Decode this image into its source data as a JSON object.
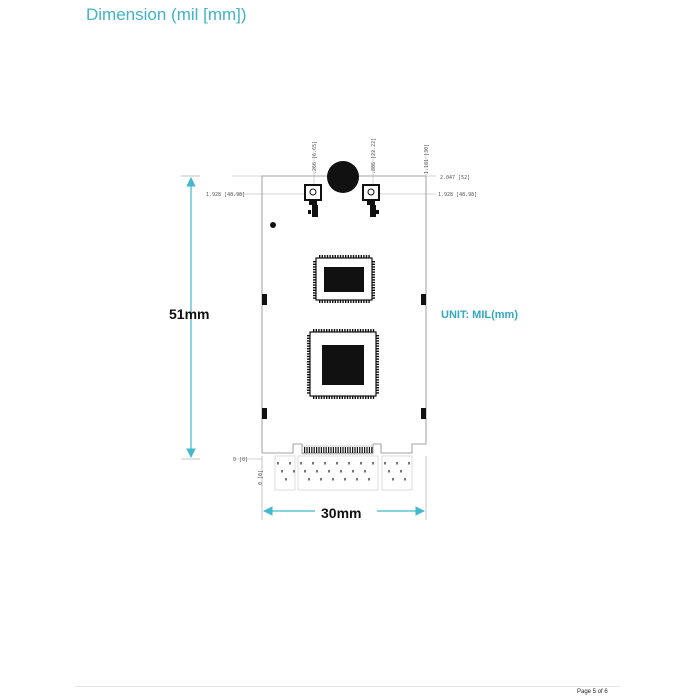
{
  "page": {
    "title": "Dimension (mil [mm])",
    "unit_label": "UNIT: MIL(mm)",
    "footer": "Page 5 of 6"
  },
  "drawing": {
    "height_label": "51mm",
    "width_label": "30mm",
    "annotations": {
      "left_hole": "1.928 [48.98]",
      "right_hole": "1.928 [48.98]",
      "top_right": "2.047 [52]",
      "origin": "0 [0]",
      "origin_side": "0 [0]",
      "vertical_1": ".266 [6.65]",
      "vertical_2": ".886 [22.22]",
      "vertical_3": "1.181 [30]"
    },
    "colors": {
      "accent": "#3fb5c6",
      "arrow": "#44b8cc",
      "board_outline": "#888888"
    }
  }
}
